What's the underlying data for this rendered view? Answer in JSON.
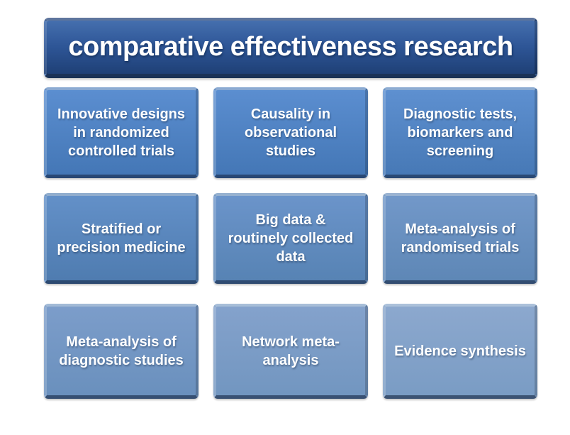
{
  "diagram": {
    "title": "comparative effectiveness research",
    "title_colors": {
      "fill_top": "#456fae",
      "fill_mid": "#2e5697",
      "fill_bottom": "#1f4076"
    },
    "boxes": [
      {
        "label": "Innovative designs\nin randomized\ncontrolled trials",
        "fill_top": "#5b8ed0",
        "fill_bottom": "#4477b6"
      },
      {
        "label": "Causality in\nobservational\nstudies",
        "fill_top": "#5b8ed0",
        "fill_bottom": "#4477b6"
      },
      {
        "label": "Diagnostic tests,\nbiomarkers and\nscreening",
        "fill_top": "#5e90d0",
        "fill_bottom": "#4779b6"
      },
      {
        "label": "Stratified or\nprecision medicine",
        "fill_top": "#6390c8",
        "fill_bottom": "#4f7cb0"
      },
      {
        "label": "Big data &\nroutinely collected\ndata",
        "fill_top": "#6b94ca",
        "fill_bottom": "#5783b4"
      },
      {
        "label": "Meta-analysis of\nrandomised trials",
        "fill_top": "#7298c9",
        "fill_bottom": "#5e87b6"
      },
      {
        "label": "Meta-analysis of\ndiagnostic studies",
        "fill_top": "#7c9dca",
        "fill_bottom": "#6a90bd"
      },
      {
        "label": "Network meta-\nanalysis",
        "fill_top": "#84a2cc",
        "fill_bottom": "#7296c0"
      },
      {
        "label": "Evidence synthesis",
        "fill_top": "#8ca8ce",
        "fill_bottom": "#7a9cc4"
      }
    ]
  }
}
